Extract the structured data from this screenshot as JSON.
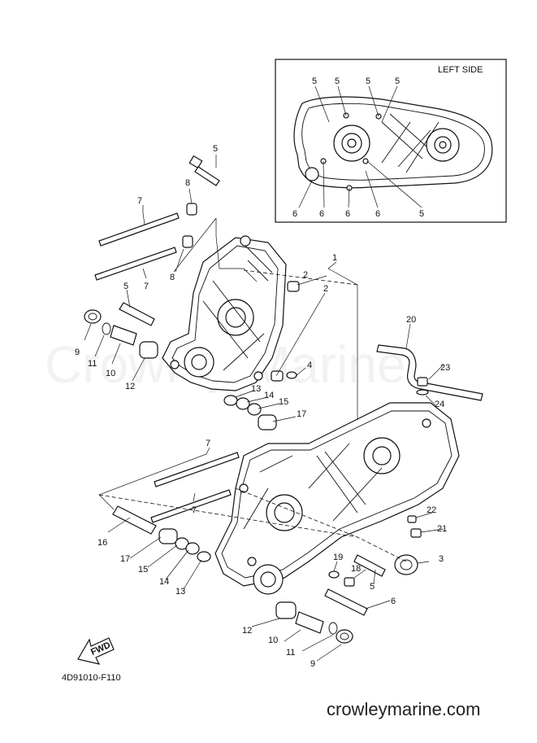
{
  "inset": {
    "title": "LEFT SIDE"
  },
  "diagram_code": "4D91010-F110",
  "watermark": "Crowley Marine",
  "website": "crowleymarine.com",
  "fwd_label": "FWD",
  "callouts": {
    "c_5a": "5",
    "c_8a": "8",
    "c_7a": "7",
    "c_7b": "7",
    "c_8b": "8",
    "c_1": "1",
    "c_2a": "2",
    "c_2b": "2",
    "c_5b": "5",
    "c_9a": "9",
    "c_11a": "11",
    "c_10a": "10",
    "c_12a": "12",
    "c_13a": "13",
    "c_14a": "14",
    "c_15a": "15",
    "c_17a": "17",
    "c_4": "4",
    "c_20": "20",
    "c_23": "23",
    "c_24": "24",
    "c_7c": "7",
    "c_7d": "7",
    "c_16": "16",
    "c_17b": "17",
    "c_15b": "15",
    "c_14b": "14",
    "c_13b": "13",
    "c_22": "22",
    "c_21": "21",
    "c_3": "3",
    "c_19": "19",
    "c_18": "18",
    "c_5c": "5",
    "c_6a": "6",
    "c_12b": "12",
    "c_10b": "10",
    "c_11b": "11",
    "c_9b": "9",
    "in_5a": "5",
    "in_5b": "5",
    "in_5c": "5",
    "in_5d": "5",
    "in_5e": "5",
    "in_6a": "6",
    "in_6b": "6",
    "in_6c": "6",
    "in_6d": "6"
  }
}
